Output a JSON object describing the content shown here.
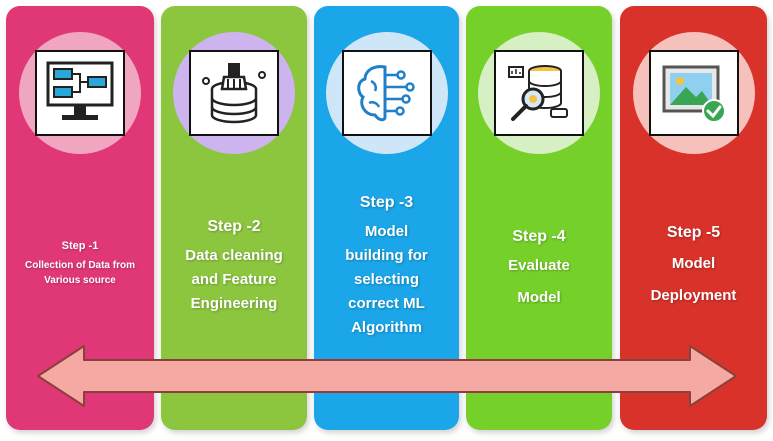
{
  "colors": {
    "step1": "#e03876",
    "step2": "#8cc63e",
    "step3": "#1aa6e8",
    "step4": "#76d02a",
    "step5": "#d8322a",
    "circle1": "#f0a5c0",
    "circle2": "#cdb4ee",
    "circle3": "#cfe6f8",
    "circle4": "#d6efc3",
    "circle5": "#f6c1ba",
    "arrow_fill": "#f4a9a3",
    "arrow_stroke": "#8a3f3c"
  },
  "steps": [
    {
      "label": "Step -1",
      "description": [
        "Collection of Data from",
        "Various source"
      ],
      "icon": "flowchart-monitor-icon"
    },
    {
      "label": "Step -2",
      "description": [
        "Data cleaning",
        "and Feature",
        "Engineering"
      ],
      "icon": "data-cleaning-brush-icon"
    },
    {
      "label": "Step -3",
      "description": [
        "Model",
        "building for",
        "selecting",
        "correct ML",
        "Algorithm"
      ],
      "icon": "brain-circuit-icon"
    },
    {
      "label": "Step -4",
      "description": [
        "Evaluate",
        "Model"
      ],
      "icon": "database-magnifier-icon"
    },
    {
      "label": "Step -5",
      "description": [
        "Model",
        "Deployment"
      ],
      "icon": "image-checkmark-icon"
    }
  ]
}
